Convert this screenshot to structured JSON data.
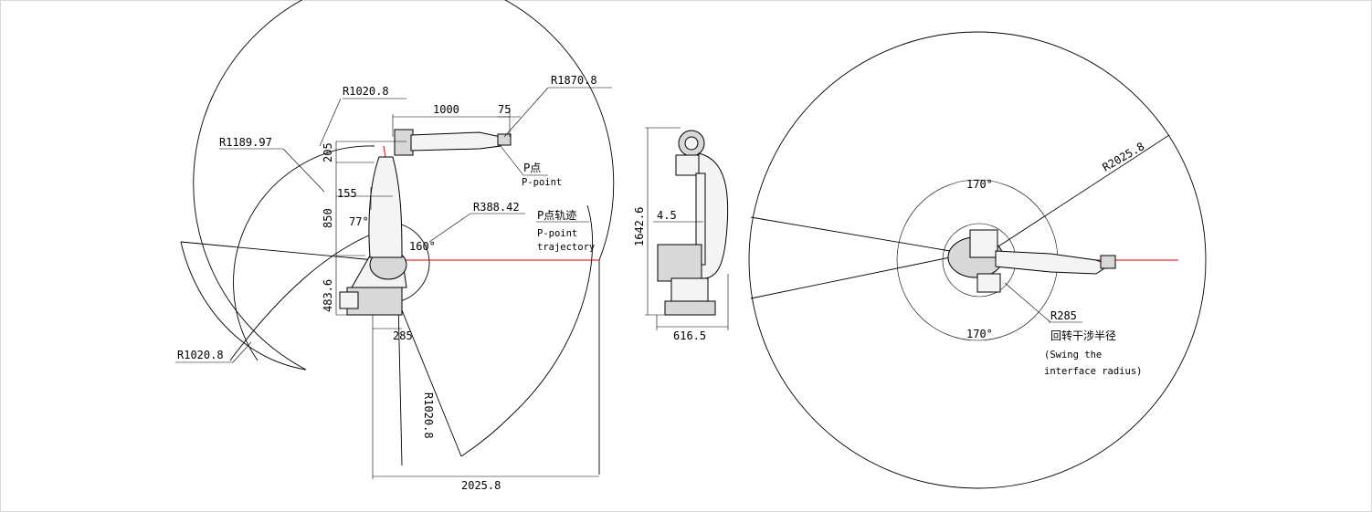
{
  "side_view": {
    "r1020_8_top": "R1020.8",
    "r1870_8": "R1870.8",
    "r1189_97": "R1189.97",
    "r388_42": "R388.42",
    "r1020_8_bottom": "R1020.8",
    "r1020_8_vertical": "R1020.8",
    "dim_1000": "1000",
    "dim_75": "75",
    "dim_205": "205",
    "dim_155": "155",
    "dim_850": "850",
    "dim_483_6": "483.6",
    "dim_285": "285",
    "dim_2025_8": "2025.8",
    "angle_77": "77°",
    "angle_160": "160°",
    "p_point_cn": "P点",
    "p_point_en": "P-point",
    "p_trajectory_cn": "P点轨迹",
    "p_trajectory_en1": "P-point",
    "p_trajectory_en2": "trajectory"
  },
  "front_view": {
    "dim_1642_6": "1642.6",
    "dim_4_5": "4.5",
    "dim_616_5": "616.5"
  },
  "top_view": {
    "r2025_8": "R2025.8",
    "angle_170_top": "170°",
    "angle_170_bottom": "170°",
    "r285": "R285",
    "swing_cn": "回转干涉半径",
    "swing_en1": "(Swing the",
    "swing_en2": "interface radius)"
  }
}
